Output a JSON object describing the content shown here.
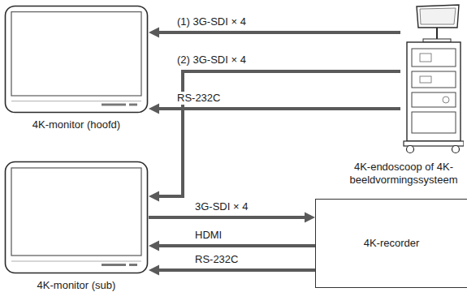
{
  "diagram": {
    "nodes": [
      {
        "text": [
          "4K-monitor (hoofd)"
        ]
      },
      {
        "text": [
          "4K-endoscoop of 4K-beeldvormingssysteem"
        ]
      },
      {
        "text": [
          "4K-monitor (sub)"
        ]
      },
      {
        "text": [
          "4K-recorder"
        ]
      }
    ],
    "edges": [
      {
        "from": 1,
        "to": 0,
        "label": "(1) 3G-SDI × 4",
        "arrow": "to"
      },
      {
        "from": 1,
        "to": 2,
        "label": "(2) 3G-SDI × 4",
        "arrow": "to"
      },
      {
        "from": 1,
        "to": 0,
        "label": "RS-232C",
        "arrow": "to"
      },
      {
        "from": 2,
        "to": 3,
        "label": "3G-SDI × 4",
        "arrow": "to"
      },
      {
        "from": 3,
        "to": 2,
        "label": "HDMI",
        "arrow": "to"
      },
      {
        "from": 3,
        "to": 2,
        "label": "RS-232C",
        "arrow": "to"
      }
    ]
  }
}
